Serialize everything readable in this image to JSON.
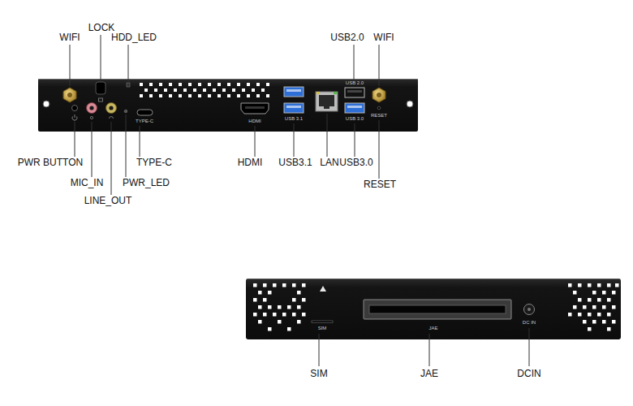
{
  "diagram": {
    "labels": [
      "WIFI",
      "LOCK",
      "HDD_LED",
      "USB2.0",
      "WIFI",
      "PWR BUTTON",
      "MIC_IN",
      "PWR_LED",
      "TYPE-C",
      "LINE_OUT",
      "HDMI",
      "USB3.1",
      "LAN",
      "USB3.0",
      "RESET",
      "TYPE-C",
      "HDMI",
      "USB 3.1",
      "USB 2.0",
      "USB 3.0",
      "RESET",
      "SIM",
      "JAE",
      "DCIN",
      "SIM",
      "JAE",
      "DC IN"
    ]
  }
}
